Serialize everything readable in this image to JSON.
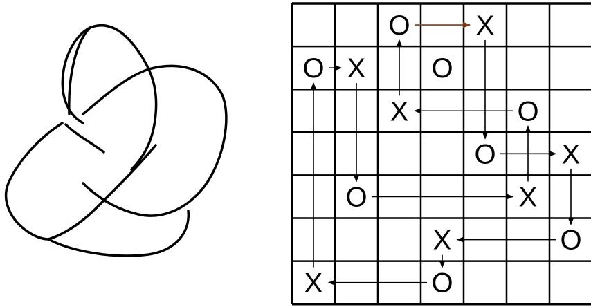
{
  "grid": {
    "rows": [
      [
        "",
        "",
        "O",
        "",
        "X",
        "",
        ""
      ],
      [
        "O",
        "X",
        "",
        "O",
        "",
        "",
        ""
      ],
      [
        "",
        "",
        "X",
        "",
        "",
        "O",
        ""
      ],
      [
        "",
        "",
        "",
        "",
        "O",
        "",
        "X"
      ],
      [
        "",
        "O",
        "",
        "",
        "",
        "X",
        ""
      ],
      [
        "",
        "",
        "",
        "X",
        "",
        "",
        "O"
      ],
      [
        "X",
        "",
        "",
        "O",
        "",
        "",
        ""
      ]
    ]
  },
  "knot": {
    "name": "knot-diagram"
  },
  "colors": {
    "stroke": "#000000",
    "arrow_accent": "#7a3b16"
  }
}
